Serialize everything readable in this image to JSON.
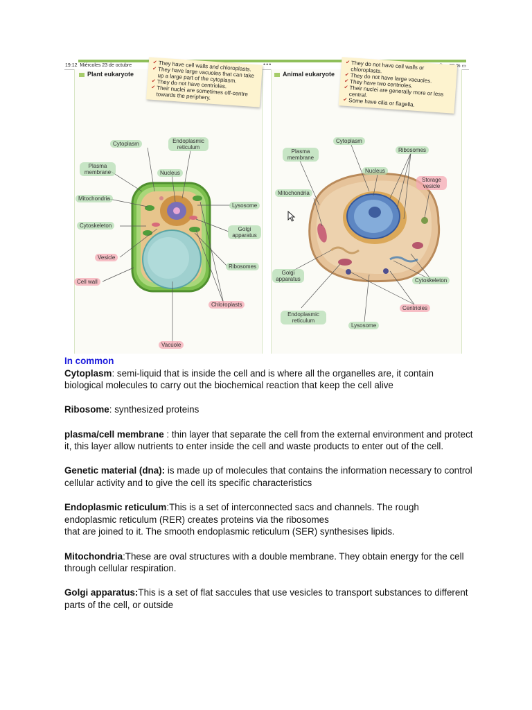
{
  "status_bar": {
    "time": "19:12",
    "date": "Miércoles 23 de octubre",
    "dots": "•••",
    "battery": "28 %"
  },
  "plant": {
    "title": "Plant eukaryote",
    "notes": [
      "They have cell walls and chloroplasts.",
      "They have large vacuoles that can take up a large part of the cytoplasm.",
      "They do not have centrioles.",
      "Their nuclei are sometimes off-centre towards the periphery."
    ],
    "labels": {
      "cytoplasm": "Cytoplasm",
      "er": "Endoplasmic reticulum",
      "plasma_membrane": "Plasma membrane",
      "nucleus": "Nucleus",
      "mitochondria": "Mitochondria",
      "lysosome": "Lysosome",
      "cytoskeleton": "Cytoskeleton",
      "golgi": "Golgi apparatus",
      "vesicle": "Vesicle",
      "ribosomes": "Ribosomes",
      "cell_wall": "Cell wall",
      "chloroplasts": "Chloroplasts",
      "vacuole": "Vacuole"
    }
  },
  "animal": {
    "title": "Animal eukaryote",
    "notes": [
      "They do not have cell walls or chloroplasts.",
      "They do not have large vacuoles.",
      "They have two centrioles.",
      "Their nuclei are generally more or less central.",
      "Some have cilia or flagella."
    ],
    "labels": {
      "cytoplasm": "Cytoplasm",
      "plasma_membrane": "Plasma membrane",
      "ribosomes": "Ribosomes",
      "nucleus": "Nucleus",
      "storage_vesicle": "Storage vesicle",
      "mitochondria": "Mitochondria",
      "golgi": "Golgi apparatus",
      "cytoskeleton": "Cytoskeleton",
      "centrioles": "Centrioles",
      "er": "Endoplasmic reticulum",
      "lysosome": "Lysosome"
    }
  },
  "text": {
    "heading": "In common",
    "sections": [
      {
        "term": "Cytoplasm",
        "sep": ": ",
        "desc": "semi-liquid that is inside the cell and is where all the organelles are, it contain biological molecules to carry out the biochemical reaction that keep the cell alive"
      },
      {
        "term": "Ribosome",
        "sep": ": ",
        "desc": "synthesized proteins"
      },
      {
        "term": "plasma/cell membrane",
        "sep": " : ",
        "desc": "thin layer that separate the cell from the external environment and protect it, this layer allow nutrients to enter inside the cell and waste products to enter out of the cell."
      },
      {
        "term": "Genetic material (dna):",
        "sep": " ",
        "desc": "is made up of molecules that contains the information necessary to control cellular activity and to give the cell its specific characteristics"
      },
      {
        "term": "Endoplasmic reticulum",
        "sep": ":",
        "desc": "This is a set of interconnected sacs and channels. The rough endoplasmic reticulum (RER) creates proteins via the ribosomes",
        "desc2": "that are joined to it. The smooth endoplasmic reticulum (SER) synthesises lipids."
      },
      {
        "term": "Mitochondria",
        "sep": ":",
        "desc": "These are oval structures with a double membrane. They obtain energy for the cell through cellular respiration."
      },
      {
        "term": "Golgi apparatus:",
        "sep": "",
        "desc": "This is a set of flat saccules that use vesicles to transport substances to different parts of the cell, or outside"
      }
    ]
  }
}
